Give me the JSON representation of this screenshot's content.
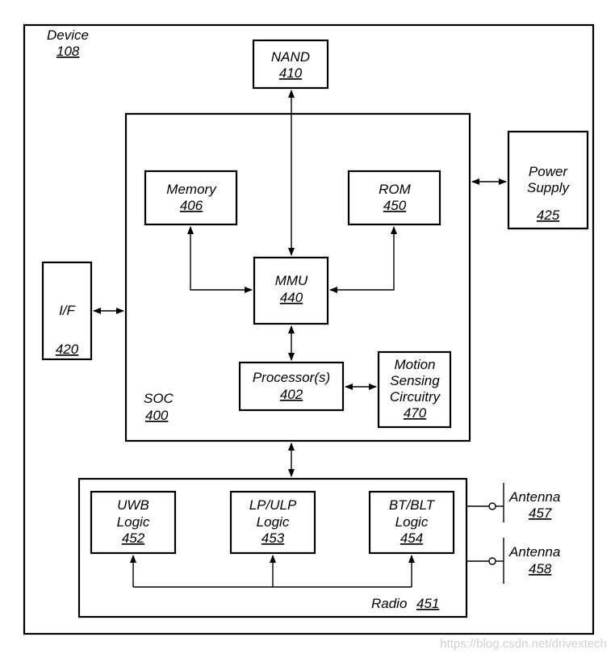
{
  "device": {
    "label": "Device",
    "ref": "108"
  },
  "nand": {
    "label": "NAND",
    "ref": "410"
  },
  "soc": {
    "label": "SOC",
    "ref": "400"
  },
  "memory": {
    "label": "Memory",
    "ref": "406"
  },
  "rom": {
    "label": "ROM",
    "ref": "450"
  },
  "mmu": {
    "label": "MMU",
    "ref": "440"
  },
  "processor": {
    "label": "Processor(s)",
    "ref": "402"
  },
  "motion": {
    "line1": "Motion",
    "line2": "Sensing",
    "line3": "Circuitry",
    "ref": "470"
  },
  "power": {
    "line1": "Power",
    "line2": "Supply",
    "ref": "425"
  },
  "interface": {
    "label": "I/F",
    "ref": "420"
  },
  "radio": {
    "label": "Radio",
    "ref": "451"
  },
  "uwb": {
    "line1": "UWB",
    "line2": "Logic",
    "ref": "452"
  },
  "lpulp": {
    "line1": "LP/ULP",
    "line2": "Logic",
    "ref": "453"
  },
  "btblt": {
    "line1": "BT/BLT",
    "line2": "Logic",
    "ref": "454"
  },
  "antenna1": {
    "label": "Antenna",
    "ref": "457"
  },
  "antenna2": {
    "label": "Antenna",
    "ref": "458"
  },
  "watermark": "https://blog.csdn.net/drivextech"
}
